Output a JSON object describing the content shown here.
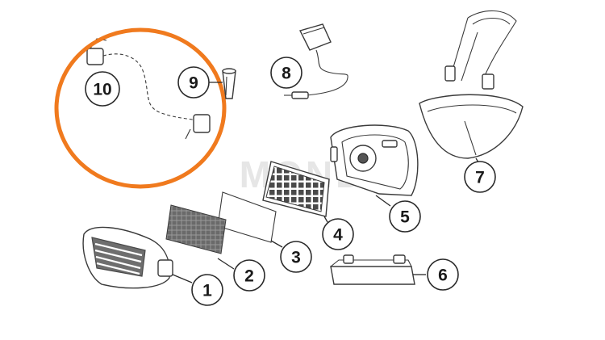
{
  "diagram": {
    "watermark": "MOND",
    "highlight_color": "#F07A1E",
    "callouts": [
      {
        "id": "1",
        "label": "1"
      },
      {
        "id": "2",
        "label": "2"
      },
      {
        "id": "3",
        "label": "3"
      },
      {
        "id": "4",
        "label": "4"
      },
      {
        "id": "5",
        "label": "5"
      },
      {
        "id": "6",
        "label": "6"
      },
      {
        "id": "7",
        "label": "7"
      },
      {
        "id": "8",
        "label": "8"
      },
      {
        "id": "9",
        "label": "9"
      },
      {
        "id": "10",
        "label": "10"
      }
    ]
  }
}
